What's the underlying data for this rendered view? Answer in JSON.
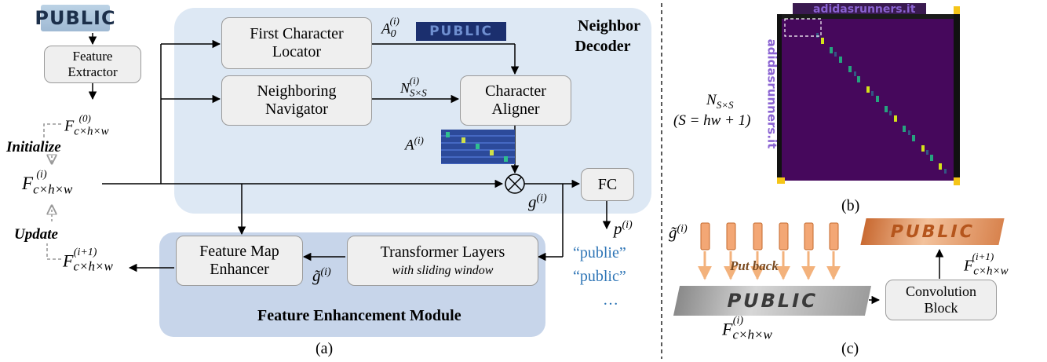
{
  "panel_a": {
    "caption": "(a)",
    "neighbor_decoder": {
      "title_line1": "Neighbor",
      "title_line2": "Decoder",
      "bg_color": "#dde8f4"
    },
    "feature_enhancement": {
      "title": "Feature Enhancement Module",
      "bg_color": "#c7d5ea"
    },
    "input_word": "PUBLIC",
    "boxes": {
      "feature_extractor": [
        "Feature",
        "Extractor"
      ],
      "first_char_locator": [
        "First Character",
        "Locator"
      ],
      "neighboring_navigator": [
        "Neighboring",
        "Navigator"
      ],
      "character_aligner": [
        "Character",
        "Aligner"
      ],
      "fc": "FC",
      "transformer": {
        "line1": "Transformer Layers",
        "line2": "with sliding window"
      },
      "feature_map_enhancer": [
        "Feature Map",
        "Enhancer"
      ]
    },
    "labels": {
      "initialize": "Initialize",
      "update": "Update",
      "ellipsis": "…"
    },
    "predictions": [
      "“publie”",
      "“public”"
    ],
    "prediction_color": "#2e75b6"
  },
  "panel_b": {
    "caption": "(b)",
    "label": "(S = hw + 1)",
    "heatmap_bg": "#46085c",
    "text_overlay": "adidasrunners.it"
  },
  "panel_c": {
    "caption": "(c)",
    "put_back": "Put back",
    "conv_block": [
      "Convolution",
      "Block"
    ],
    "input_word": "PUBLIC"
  }
}
